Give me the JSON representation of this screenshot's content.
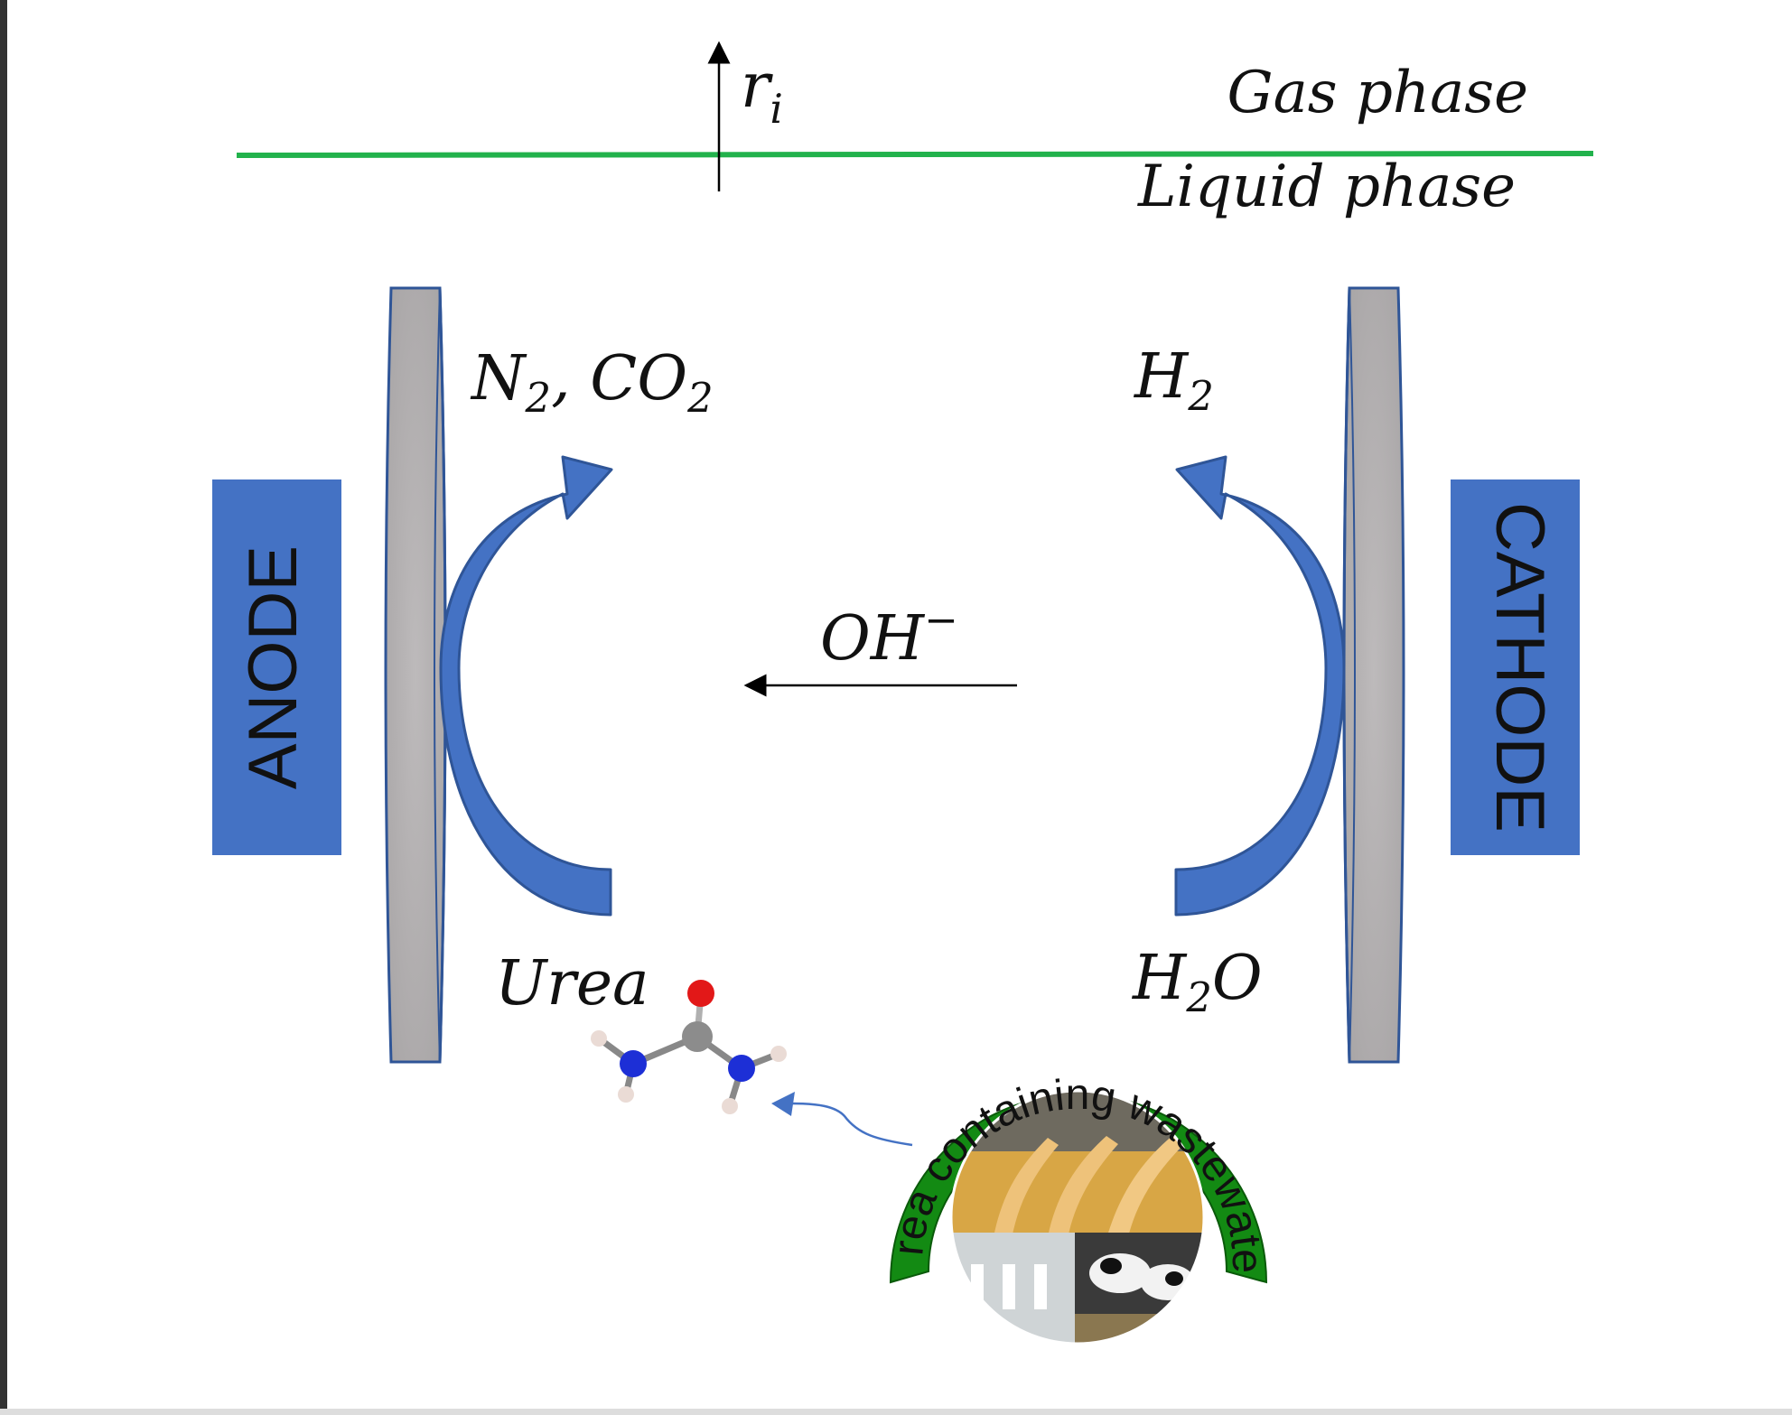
{
  "phases": {
    "gas": "Gas phase",
    "liquid": "Liquid phase"
  },
  "flux_label": {
    "base": "r",
    "sub": "i"
  },
  "electrodes": {
    "anode": "ANODE",
    "cathode": "CATHODE"
  },
  "species": {
    "anode_products": {
      "n": "N",
      "n_sub": "2",
      "sep": ", ",
      "co": "CO",
      "co_sub": "2"
    },
    "cathode_product": {
      "base": "H",
      "sub": "2"
    },
    "hydroxide": {
      "base": "OH",
      "sup": "−"
    },
    "urea": "Urea",
    "water": {
      "h": "H",
      "h_sub": "2",
      "o": "O"
    }
  },
  "source_badge": {
    "text": "Urea containing wastewater"
  },
  "colors": {
    "phase_line": "#22b24c",
    "electrode_block": "#4472c4",
    "electrode_plate": "#b0adae",
    "electrode_edge": "#2f5597",
    "reaction_arrow": "#4472c4",
    "badge_ring": "#138a13",
    "frame": "#333333"
  },
  "icons": {
    "urea_molecule": "urea-molecule-icon",
    "wastewater_photo": "wastewater-photo-icon"
  }
}
